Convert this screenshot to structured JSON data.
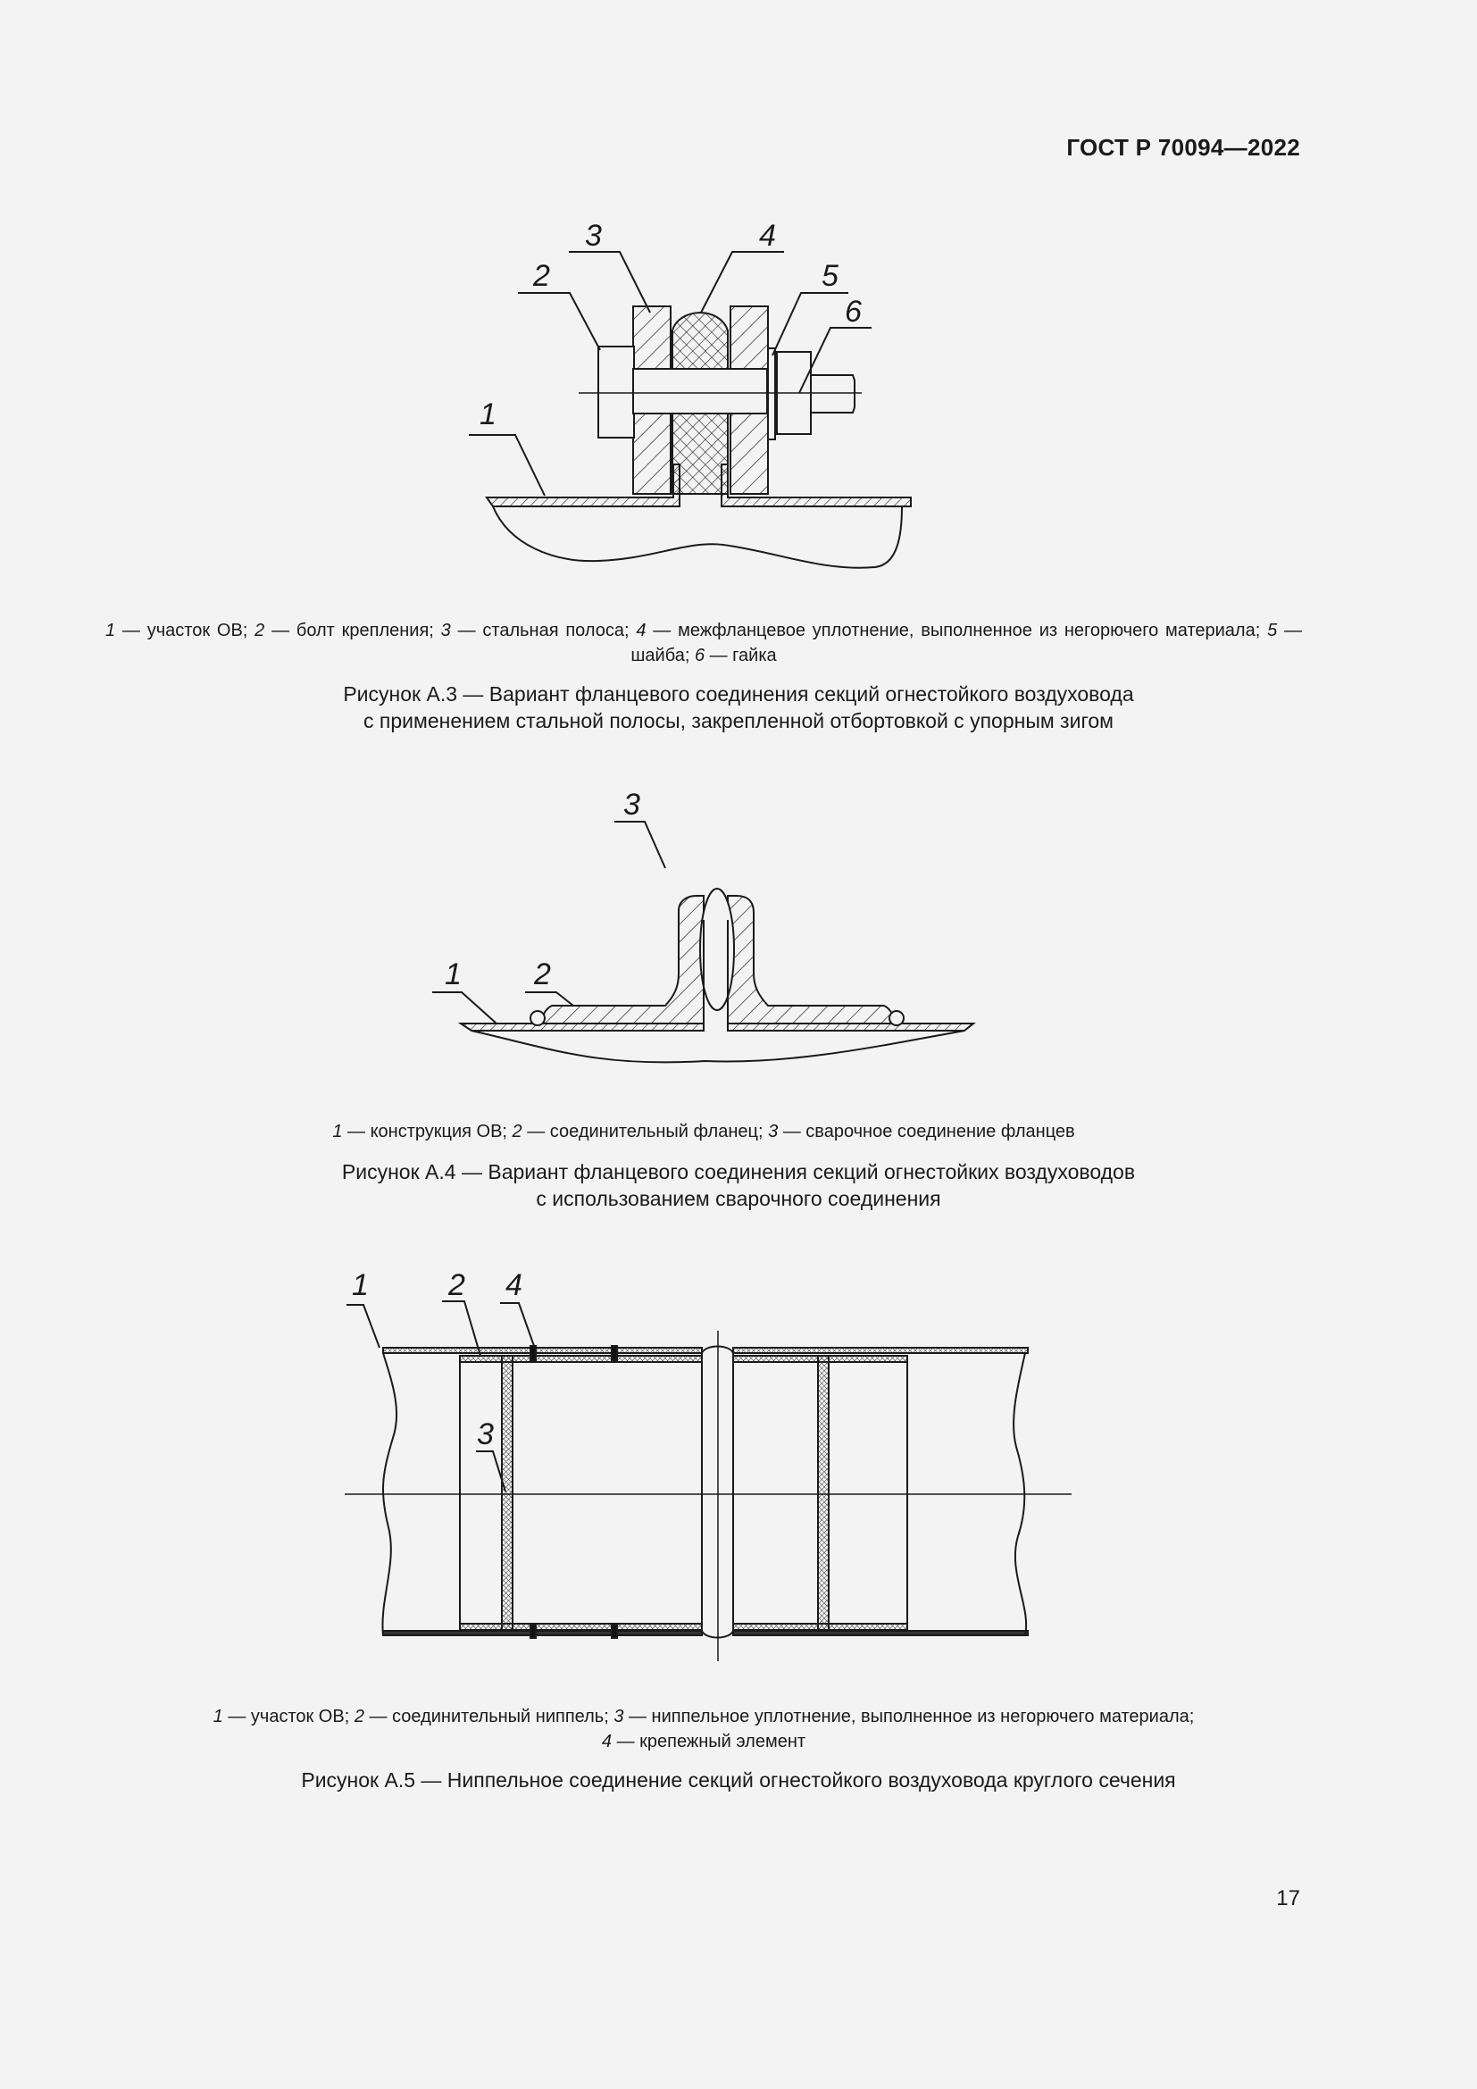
{
  "header": {
    "doc_id": "ГОСТ Р 70094—2022"
  },
  "figures": [
    {
      "id": "A.3",
      "callouts": [
        "1",
        "2",
        "3",
        "4",
        "5",
        "6"
      ],
      "legend": [
        {
          "n": "1",
          "t": " — участок ОВ; "
        },
        {
          "n": "2",
          "t": " — болт крепления; "
        },
        {
          "n": "3",
          "t": " — стальная полоса;  "
        },
        {
          "n": "4",
          "t": " — межфланцевое уплотнение, выполненное из негорючего материала; "
        },
        {
          "n": "5",
          "t": " — шайба; "
        },
        {
          "n": "6",
          "t": " — гайка"
        }
      ],
      "caption_line1": "Рисунок А.3 — Вариант фланцевого соединения секций огнестойкого воздуховода",
      "caption_line2": "с применением стальной полосы, закрепленной отбортовкой с упорным зигом"
    },
    {
      "id": "A.4",
      "callouts": [
        "1",
        "2",
        "3"
      ],
      "legend": [
        {
          "n": "1",
          "t": " — конструкция ОВ; "
        },
        {
          "n": "2",
          "t": " — соединительный фланец; "
        },
        {
          "n": "3",
          "t": " — сварочное соединение фланцев"
        }
      ],
      "caption_line1": "Рисунок А.4 — Вариант фланцевого соединения секций огнестойких воздуховодов",
      "caption_line2": "с использованием сварочного соединения"
    },
    {
      "id": "A.5",
      "callouts": [
        "1",
        "2",
        "3",
        "4"
      ],
      "legend": [
        {
          "n": "1",
          "t": " — участок ОВ; "
        },
        {
          "n": "2",
          "t": " — соединительный ниппель; "
        },
        {
          "n": "3",
          "t": " — ниппельное уплотнение, выполненное из негорючего материала; "
        },
        {
          "n": "4",
          "t": " — крепежный элемент"
        }
      ],
      "caption_line1": "Рисунок А.5 — Ниппельное соединение секций огнестойкого воздуховода круглого сечения"
    }
  ],
  "page_number": "17"
}
